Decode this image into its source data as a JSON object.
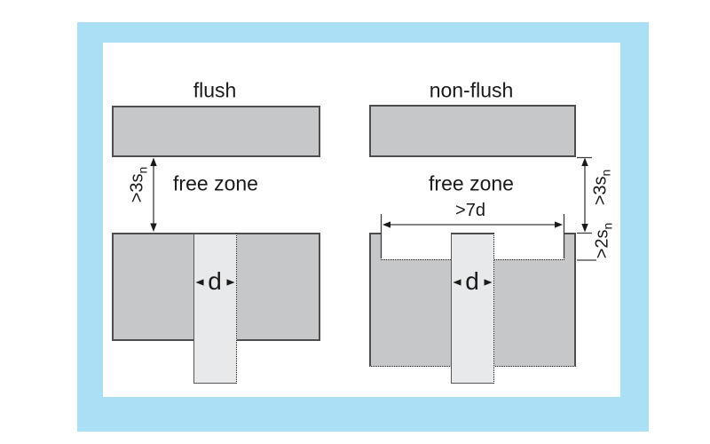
{
  "diagram": {
    "left": {
      "title": "flush",
      "free_zone": "free zone",
      "clearance": {
        "text": ">3s",
        "sub": "n"
      },
      "diameter": "d"
    },
    "right": {
      "title": "non-flush",
      "free_zone": "free zone",
      "clearance": {
        "text": ">3s",
        "sub": "n"
      },
      "recess_width": ">7d",
      "recess_depth": {
        "text": ">2s",
        "sub": "n"
      },
      "diameter": "d"
    },
    "colors": {
      "frame": "#abdff5",
      "metal_fill": "#c6c7c8",
      "metal_border": "#4e4e50",
      "sensor_fill": "#e8e9ea",
      "line": "#3c3c3e",
      "text": "#1a1a1a"
    }
  }
}
